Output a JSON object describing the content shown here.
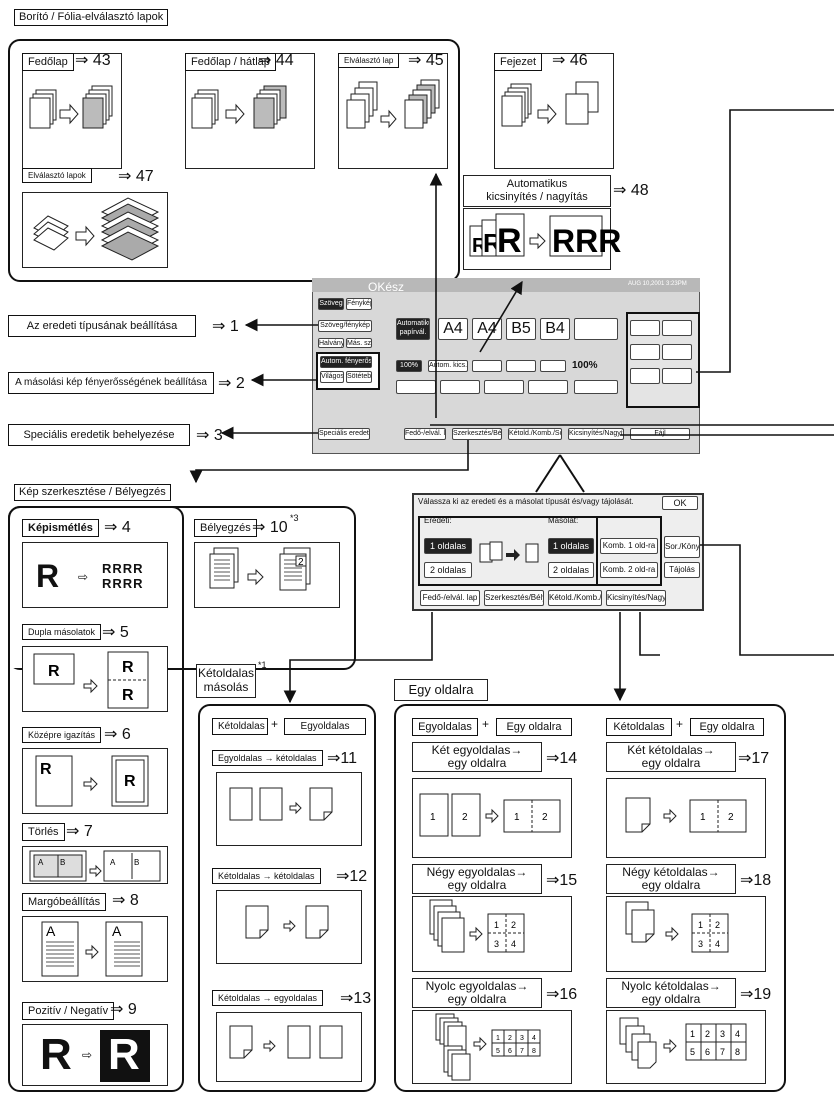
{
  "cover": {
    "title": "Borító / Fólia-elválasztó lapok",
    "items": [
      {
        "label": "Fedőlap",
        "ref": "⇒ 43"
      },
      {
        "label": "Fedőlap / hátlap",
        "ref": "⇒ 44"
      },
      {
        "label": "Elválasztó lap",
        "ref": "⇒ 45"
      },
      {
        "label": "Fejezet",
        "ref": "⇒ 46"
      },
      {
        "label": "Elválasztó lapok",
        "ref": "⇒ 47"
      }
    ]
  },
  "auto_reduce": {
    "line1": "Automatikus",
    "line2": "kicsinyítés / nagyítás",
    "ref": "⇒ 48"
  },
  "callouts": [
    {
      "label": "Az eredeti típusának beállítása",
      "ref": "⇒ 1"
    },
    {
      "label": "A másolási kép fényerősségének beállítása",
      "ref": "⇒ 2"
    },
    {
      "label": "Speciális eredetik behelyezése",
      "ref": "⇒ 3"
    }
  ],
  "edit": {
    "title": "Kép szerkesztése / Bélyegzés",
    "items": [
      {
        "label": "Képismétlés",
        "ref": "⇒ 4"
      },
      {
        "label": "Bélyegzés",
        "ref": "⇒ 10",
        "sup": "*3"
      },
      {
        "label": "Dupla másolatok",
        "ref": "⇒ 5"
      },
      {
        "label": "Középre igazítás",
        "ref": "⇒ 6"
      },
      {
        "label": "Törlés",
        "ref": "⇒ 7"
      },
      {
        "label": "Margóbeállítás",
        "ref": "⇒ 8"
      },
      {
        "label": "Pozitív / Negatív",
        "ref": "⇒ 9"
      }
    ],
    "rrrr": "RRRR",
    "r": "R"
  },
  "screen": {
    "status": "OKész",
    "date": "AUG  10,2001  3:23PM",
    "tabs": [
      "Szöveg",
      "Fénykép"
    ],
    "btns": {
      "text_photo": "Szöveg/fénykép",
      "halftone": "Halvány",
      "mix": "Más. szo.-ról",
      "auto_paper": "Automatikus papírvál.",
      "auto_density": "Autom. fényerősség",
      "lighter": "Világosabb",
      "darker": "Sötétebb",
      "pct": "100%",
      "auto_reduce": "Autom. kics./nagy.",
      "zoom": "100%",
      "special": "Speciális eredeti",
      "cover": "Fedő-/elvál. lap",
      "edit": "Szerkesztés/Bélyeg",
      "duplex": "Kétold./Komb./Sor.",
      "reduce": "Kicsinyítés/Nagyítás",
      "file": "Fájl"
    },
    "papers": [
      "A4",
      "A4",
      "B5",
      "B4"
    ]
  },
  "dialog": {
    "prompt": "Válassza ki az eredeti és a másolat típusát és/vagy tájolását.",
    "ok": "OK",
    "orig": "Eredeti:",
    "copy": "Másolat:",
    "b1": "1 oldalas",
    "b2": "2 oldalas",
    "c1": "1 oldalas",
    "c2": "2 oldalas",
    "k1": "Komb. 1 old-ra",
    "k2": "Komb. 2 old-ra",
    "sor": "Sor./Könyv",
    "tajolas": "Tájolás",
    "tabs": [
      "Fedő-/elvál. lap",
      "Szerkesztés/Bélyeg",
      "Kétold./Komb./Sor.",
      "Kicsinyítés/Nagyítás"
    ]
  },
  "duplex": {
    "title_l1": "Kétoldalas",
    "title_l2": "másolás",
    "sup": "*1",
    "header_a": "Kétoldalas",
    "plus": "+",
    "header_b": "Egyoldalas",
    "items": [
      {
        "label": "Egyoldalas → kétoldalas",
        "ref": "⇒11"
      },
      {
        "label": "Kétoldalas → kétoldalas",
        "ref": "⇒12"
      },
      {
        "label": "Kétoldalas → egyoldalas",
        "ref": "⇒13"
      }
    ]
  },
  "combine": {
    "title": "Egy oldalra",
    "left_header_a": "Egyoldalas",
    "left_header_b": "Egy oldalra",
    "right_header_a": "Kétoldalas",
    "right_header_b": "Egy oldalra",
    "plus": "+",
    "left": [
      {
        "l1": "Két egyoldalas→",
        "l2": "egy oldalra",
        "ref": "⇒14"
      },
      {
        "l1": "Négy egyoldalas→",
        "l2": "egy oldalra",
        "ref": "⇒15"
      },
      {
        "l1": "Nyolc egyoldalas→",
        "l2": "egy oldalra",
        "ref": "⇒16"
      }
    ],
    "right": [
      {
        "l1": "Két kétoldalas→",
        "l2": "egy oldalra",
        "ref": "⇒17"
      },
      {
        "l1": "Négy kétoldalas→",
        "l2": "egy oldalra",
        "ref": "⇒18"
      },
      {
        "l1": "Nyolc kétoldalas→",
        "l2": "egy oldalra",
        "ref": "⇒19"
      }
    ]
  }
}
